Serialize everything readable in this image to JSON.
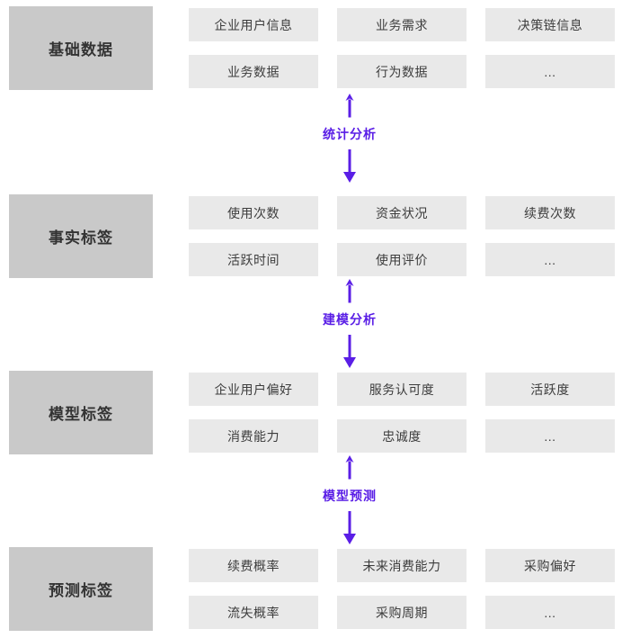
{
  "diagram": {
    "title_implicit": "tag-system-flow",
    "colors": {
      "stage_box_bg": "#c9c9c9",
      "item_box_bg": "#e9e9e9",
      "text": "#3d3d3d",
      "stage_text": "#333333",
      "accent_purple": "#5a1ee6",
      "page_bg": "#ffffff"
    },
    "icons": [
      {
        "name": "up-arrow-icon",
        "glyph": "↑"
      },
      {
        "name": "down-arrow-icon",
        "glyph": "↓"
      }
    ],
    "sections": [
      {
        "stage": "基础数据",
        "items": [
          [
            "企业用户信息",
            "业务需求",
            "决策链信息"
          ],
          [
            "业务数据",
            "行为数据",
            "..."
          ]
        ]
      },
      {
        "stage": "事实标签",
        "items": [
          [
            "使用次数",
            "资金状况",
            "续费次数"
          ],
          [
            "活跃时间",
            "使用评价",
            "..."
          ]
        ]
      },
      {
        "stage": "模型标签",
        "items": [
          [
            "企业用户偏好",
            "服务认可度",
            "活跃度"
          ],
          [
            "消费能力",
            "忠诚度",
            "..."
          ]
        ]
      },
      {
        "stage": "预测标签",
        "items": [
          [
            "续费概率",
            "未来消费能力",
            "采购偏好"
          ],
          [
            "流失概率",
            "采购周期",
            "..."
          ]
        ]
      }
    ],
    "connectors": [
      {
        "label": "统计分析"
      },
      {
        "label": "建模分析"
      },
      {
        "label": "模型预测"
      }
    ]
  }
}
